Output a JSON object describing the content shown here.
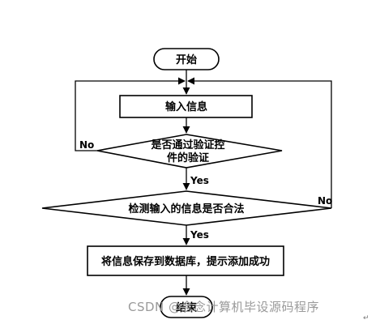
{
  "nodes": {
    "start": "开始",
    "input": "输入信息",
    "decision1_line1": "是否通过验证控",
    "decision1_line2": "件的验证",
    "decision2": "检测输入的信息是否合法",
    "save": "将信息保存到数据库，提示添加成功",
    "end": "结束"
  },
  "edges": {
    "d1_yes": "Yes",
    "d1_no": "No",
    "d2_yes": "Yes",
    "d2_no": "No"
  },
  "watermark": "CSDN @念念计算机毕设源码程序",
  "return_mark": "↵"
}
